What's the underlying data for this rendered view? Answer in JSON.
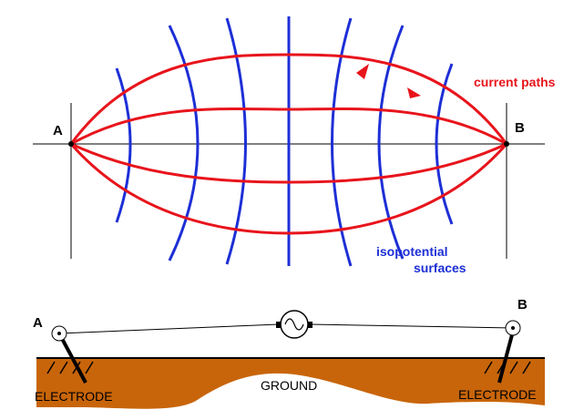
{
  "labels": {
    "point_a_top": "A",
    "point_b_top": "B",
    "current_paths": "current paths",
    "isopotential_line1": "isopotential",
    "isopotential_line2": "surfaces",
    "point_a_bottom": "A",
    "point_b_bottom": "B",
    "ground": "GROUND",
    "electrode_left": "ELECTRODE",
    "electrode_right": "ELECTRODE"
  },
  "colors": {
    "current": "#e8141c",
    "isopotential": "#1d2fd6",
    "ground": "#c8650a",
    "line": "#000000"
  },
  "icons": {
    "source": "ac-source-icon"
  }
}
